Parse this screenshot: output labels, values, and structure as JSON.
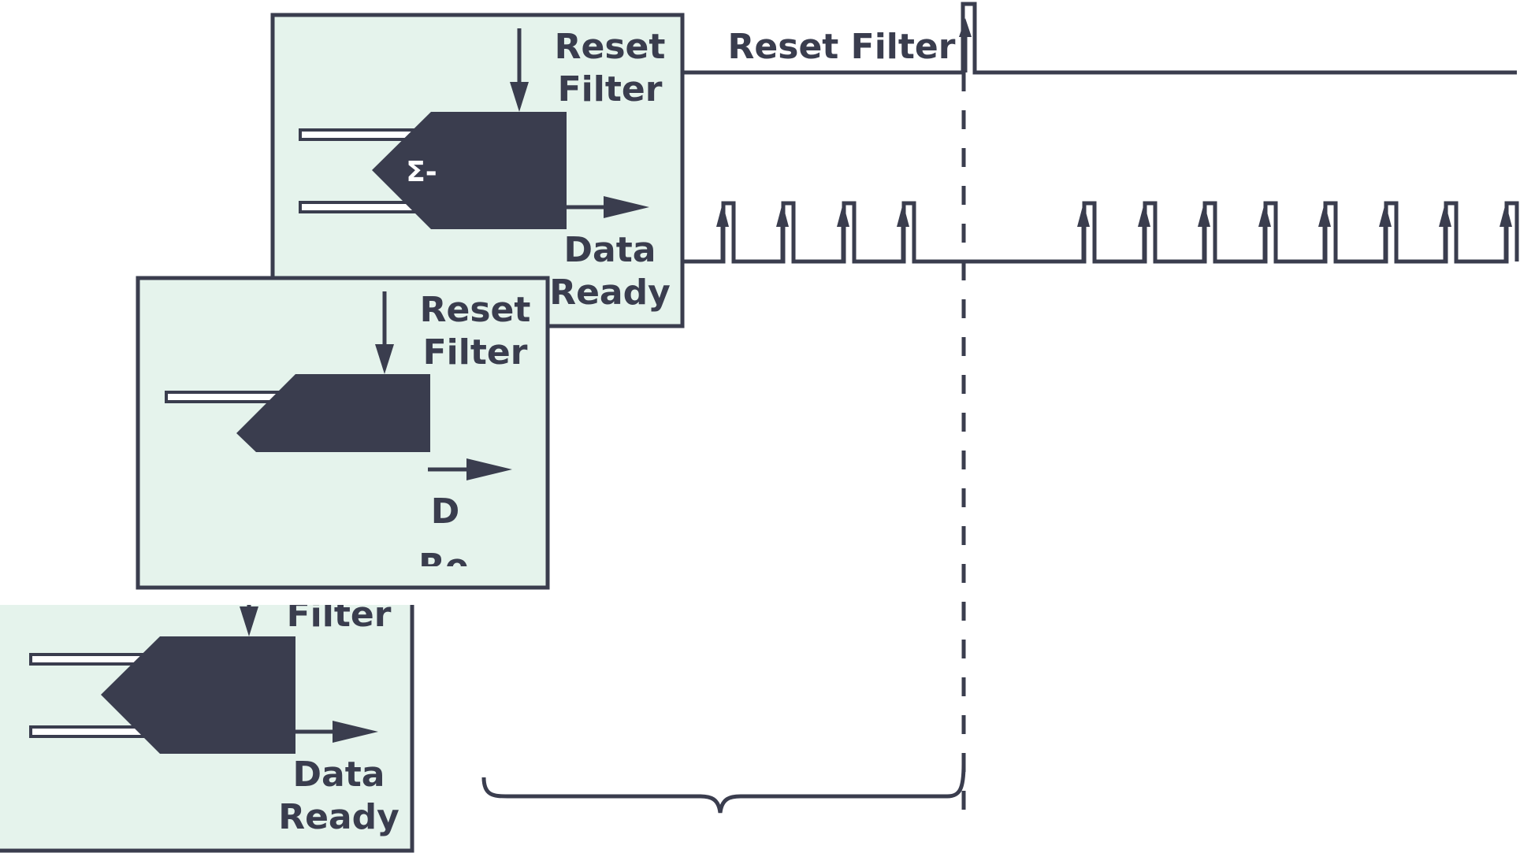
{
  "colors": {
    "ink": "#3a3d4e",
    "box_fill": "#e5f3ec",
    "symbol_text": "#ffffff"
  },
  "signals": {
    "reset_filter_label": "Reset Filter"
  },
  "blocks": [
    {
      "reset_line1": "Reset",
      "reset_line2": "Filter",
      "symbol": "Σ-",
      "ready_line1": "Data",
      "ready_line2": "Ready"
    },
    {
      "reset_line1": "Reset",
      "reset_line2": "Filter",
      "ready_line1": "D",
      "ready_line2": "Re"
    },
    {
      "reset_line2": "Filter",
      "ready_line1": "Data",
      "ready_line2": "Ready"
    }
  ]
}
